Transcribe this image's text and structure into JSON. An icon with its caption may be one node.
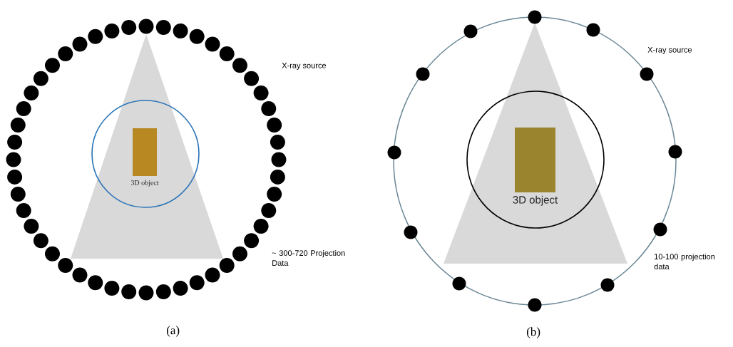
{
  "diagram": {
    "nodes": [
      {
        "text": [
          "3D object"
        ]
      },
      {
        "text": [
          "3D object"
        ]
      }
    ],
    "labels": [
      "X-ray source",
      "~ 300-720 Projection Data",
      "(a)",
      "X-ray source",
      "10-100 projection data",
      "(b)"
    ]
  }
}
